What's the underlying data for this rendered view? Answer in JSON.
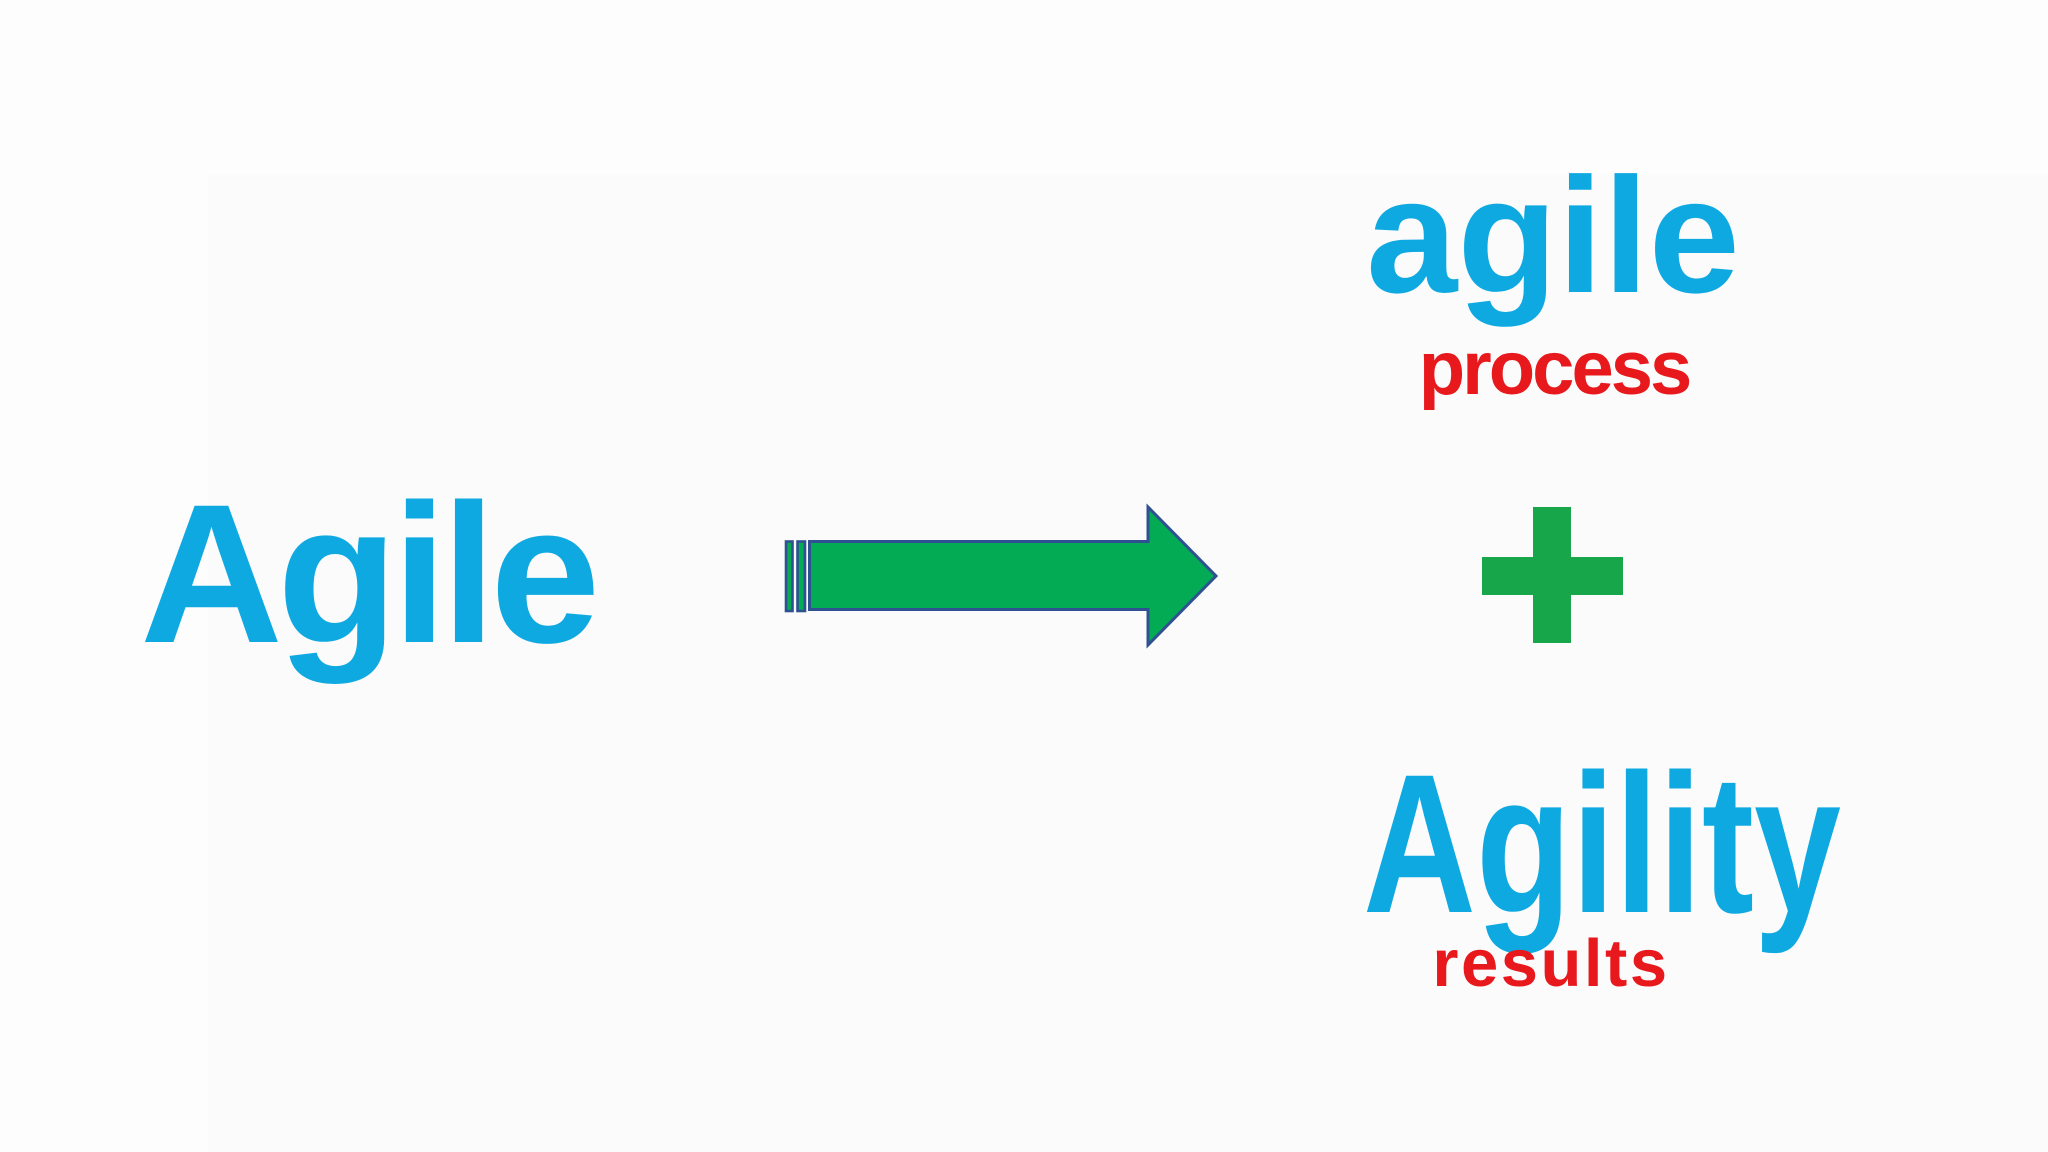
{
  "diagram": {
    "source_term": "Agile",
    "equation": {
      "part1": {
        "term": "agile",
        "label": "process"
      },
      "operator": "+",
      "part2": {
        "term": "Agility",
        "label": "results"
      }
    },
    "icons": {
      "arrow": "arrow-right-icon",
      "plus": "plus-icon"
    }
  },
  "colors": {
    "blue": "#0FA9E2",
    "red": "#E8191D",
    "arrow_green": "#03AB55",
    "plus_green": "#17A74A",
    "arrow_outline": "#2F5191",
    "background": "#FDFDFD"
  }
}
